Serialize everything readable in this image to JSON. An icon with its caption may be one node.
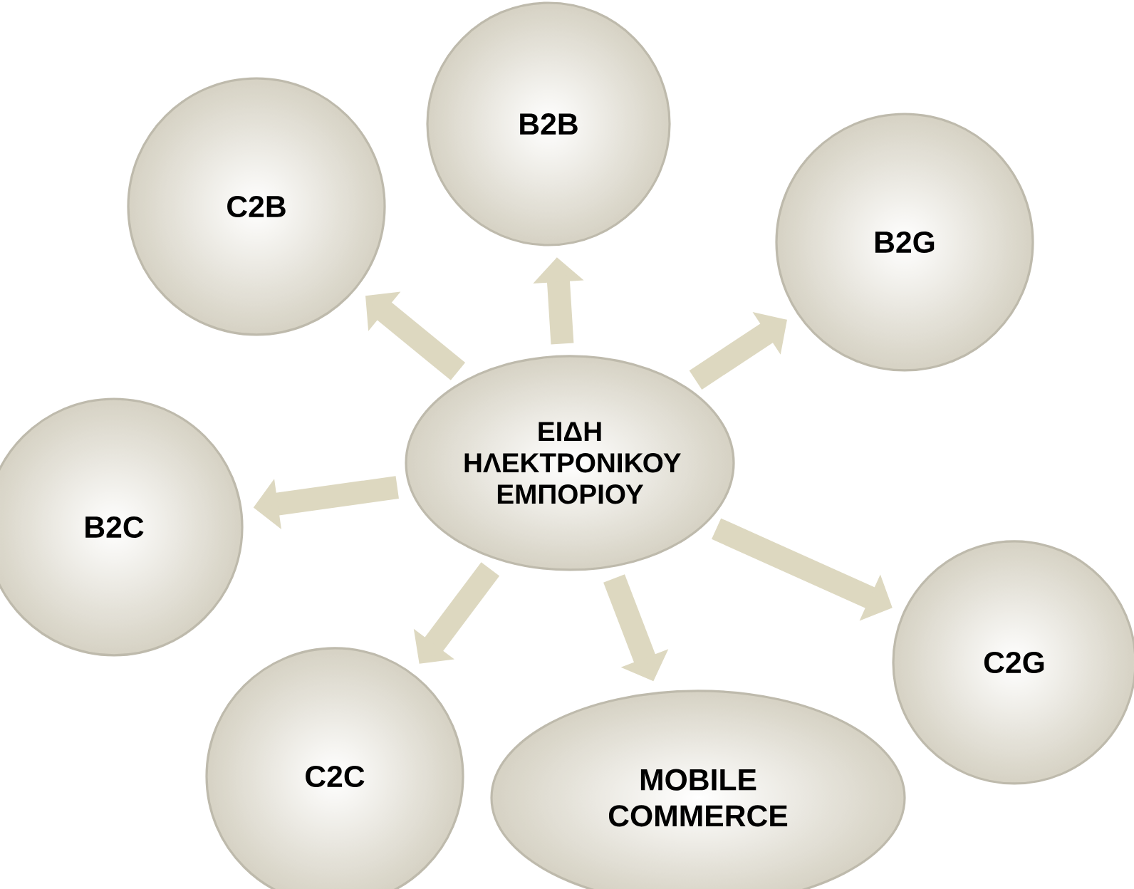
{
  "diagram": {
    "nodes": [
      {
        "text": [
          "ΕΙΔΗ ΗΛΕΚΤΡΟΝΙΚΟΥ ΕΜΠΟΡΙΟΥ"
        ]
      },
      {
        "text": [
          "B2B"
        ]
      },
      {
        "text": [
          "C2B"
        ]
      },
      {
        "text": [
          "B2G"
        ]
      },
      {
        "text": [
          "B2C"
        ]
      },
      {
        "text": [
          "C2G"
        ]
      },
      {
        "text": [
          "C2C"
        ]
      },
      {
        "text": [
          "MOBILE COMMERCE"
        ]
      }
    ],
    "edges": [
      {
        "from": 0,
        "to": 1,
        "arrow": "to"
      },
      {
        "from": 0,
        "to": 2,
        "arrow": "to"
      },
      {
        "from": 0,
        "to": 3,
        "arrow": "to"
      },
      {
        "from": 0,
        "to": 4,
        "arrow": "to"
      },
      {
        "from": 0,
        "to": 5,
        "arrow": "to"
      },
      {
        "from": 0,
        "to": 6,
        "arrow": "to"
      },
      {
        "from": 0,
        "to": 7,
        "arrow": "to"
      }
    ]
  }
}
